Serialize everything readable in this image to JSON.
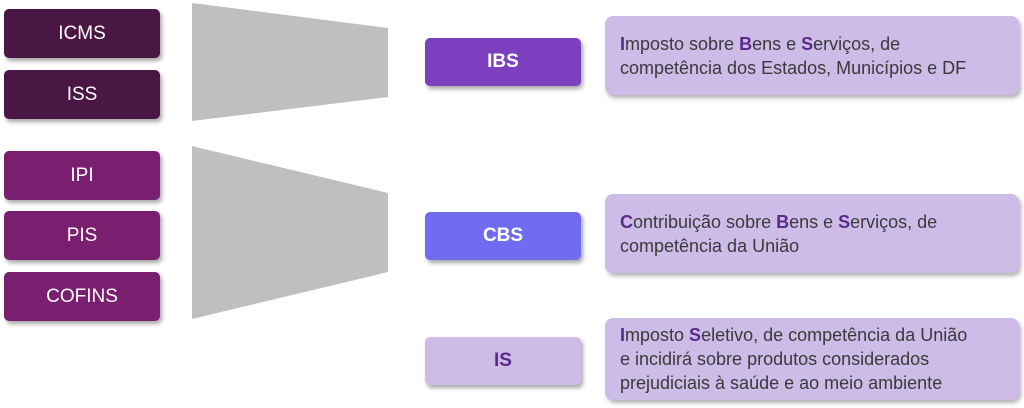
{
  "old_taxes": {
    "group1": [
      "ICMS",
      "ISS"
    ],
    "group2": [
      "IPI",
      "PIS",
      "COFINS"
    ]
  },
  "new_taxes": [
    {
      "label": "IBS",
      "color": "#7b3fbf",
      "text_color": "#ffffff",
      "desc_initials": [
        "I",
        "B",
        "S"
      ],
      "desc_line1_parts": [
        "I",
        "mposto sobre ",
        "B",
        "ens e ",
        "S",
        "erviços, de"
      ],
      "desc_line2": "competência dos Estados, Municípios e DF"
    },
    {
      "label": "CBS",
      "color": "#6f6cf0",
      "text_color": "#ffffff",
      "desc_line1_parts": [
        "C",
        "ontribuição sobre ",
        "B",
        "ens e ",
        "S",
        "erviços, de"
      ],
      "desc_line2": "competência da União"
    },
    {
      "label": "IS",
      "color": "#cdbbe8",
      "text_color": "#5a2a8a",
      "desc_line1_parts": [
        "I",
        "mposto ",
        "S",
        "eletivo, de competência da União"
      ],
      "desc_line2": "e incidirá sobre produtos considerados",
      "desc_line3": "prejudiciais à saúde e ao meio ambiente"
    }
  ],
  "colors": {
    "old_dark": "#4a1744",
    "old_purple": "#7a1e6f",
    "funnel": "#bfbfbf",
    "desc_bg": "#cdbbe8"
  }
}
